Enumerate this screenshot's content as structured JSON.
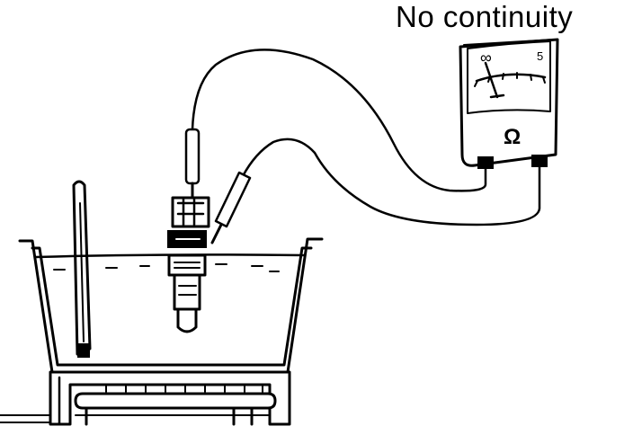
{
  "caption": "No continuity",
  "meter": {
    "scale_left": "∞",
    "scale_right": "5",
    "unit_symbol": "Ω"
  },
  "colors": {
    "ink": "#000000",
    "paper": "#ffffff"
  }
}
